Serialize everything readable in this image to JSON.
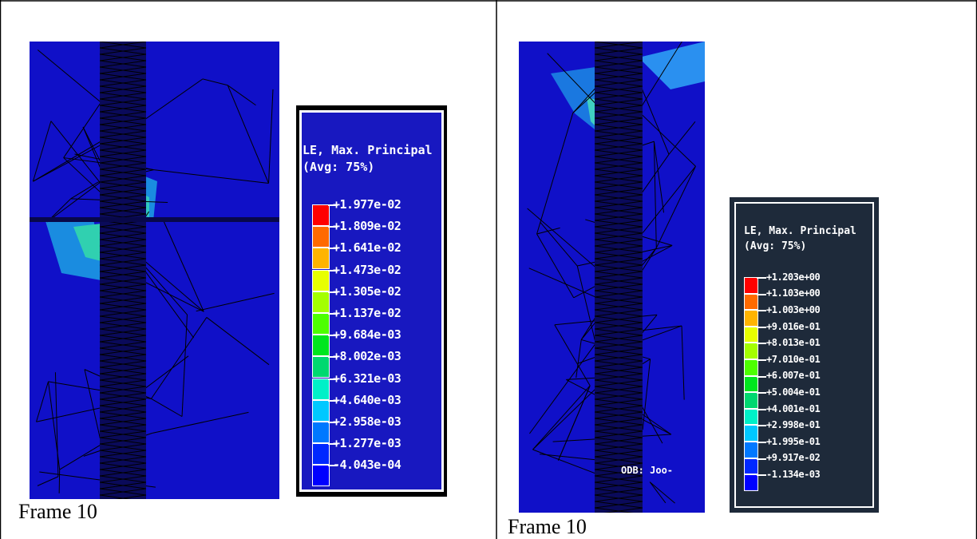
{
  "left_panel": {
    "caption": "Frame 10",
    "legend": {
      "title_line1": "LE, Max. Principal",
      "title_line2": "(Avg: 75%)",
      "colors": [
        "#ff0000",
        "#ff6a00",
        "#ffb400",
        "#e8ff00",
        "#a4ff00",
        "#4dff00",
        "#00e61e",
        "#00d870",
        "#00f0c8",
        "#00c8ff",
        "#0078ff",
        "#0028ff",
        "#0000ff"
      ],
      "values": [
        "+1.977e-02",
        "+1.809e-02",
        "+1.641e-02",
        "+1.473e-02",
        "+1.305e-02",
        "+1.137e-02",
        "+9.684e-03",
        "+8.002e-03",
        "+6.321e-03",
        "+4.640e-03",
        "+2.958e-03",
        "+1.277e-03",
        "-4.043e-04"
      ]
    }
  },
  "right_panel": {
    "caption": "Frame 10",
    "odb_label": "ODB: Joo-",
    "legend": {
      "title_line1": "LE, Max. Principal",
      "title_line2": "(Avg: 75%)",
      "colors": [
        "#ff0000",
        "#ff6a00",
        "#ffb400",
        "#e8ff00",
        "#a4ff00",
        "#4dff00",
        "#00e61e",
        "#00d870",
        "#00f0c8",
        "#00c8ff",
        "#0078ff",
        "#0028ff",
        "#0000ff"
      ],
      "values": [
        "+1.203e+00",
        "+1.103e+00",
        "+1.003e+00",
        "+9.016e-01",
        "+8.013e-01",
        "+7.010e-01",
        "+6.007e-01",
        "+5.004e-01",
        "+4.001e-01",
        "+2.998e-01",
        "+1.995e-01",
        "+9.917e-02",
        "-1.134e-03"
      ]
    }
  }
}
